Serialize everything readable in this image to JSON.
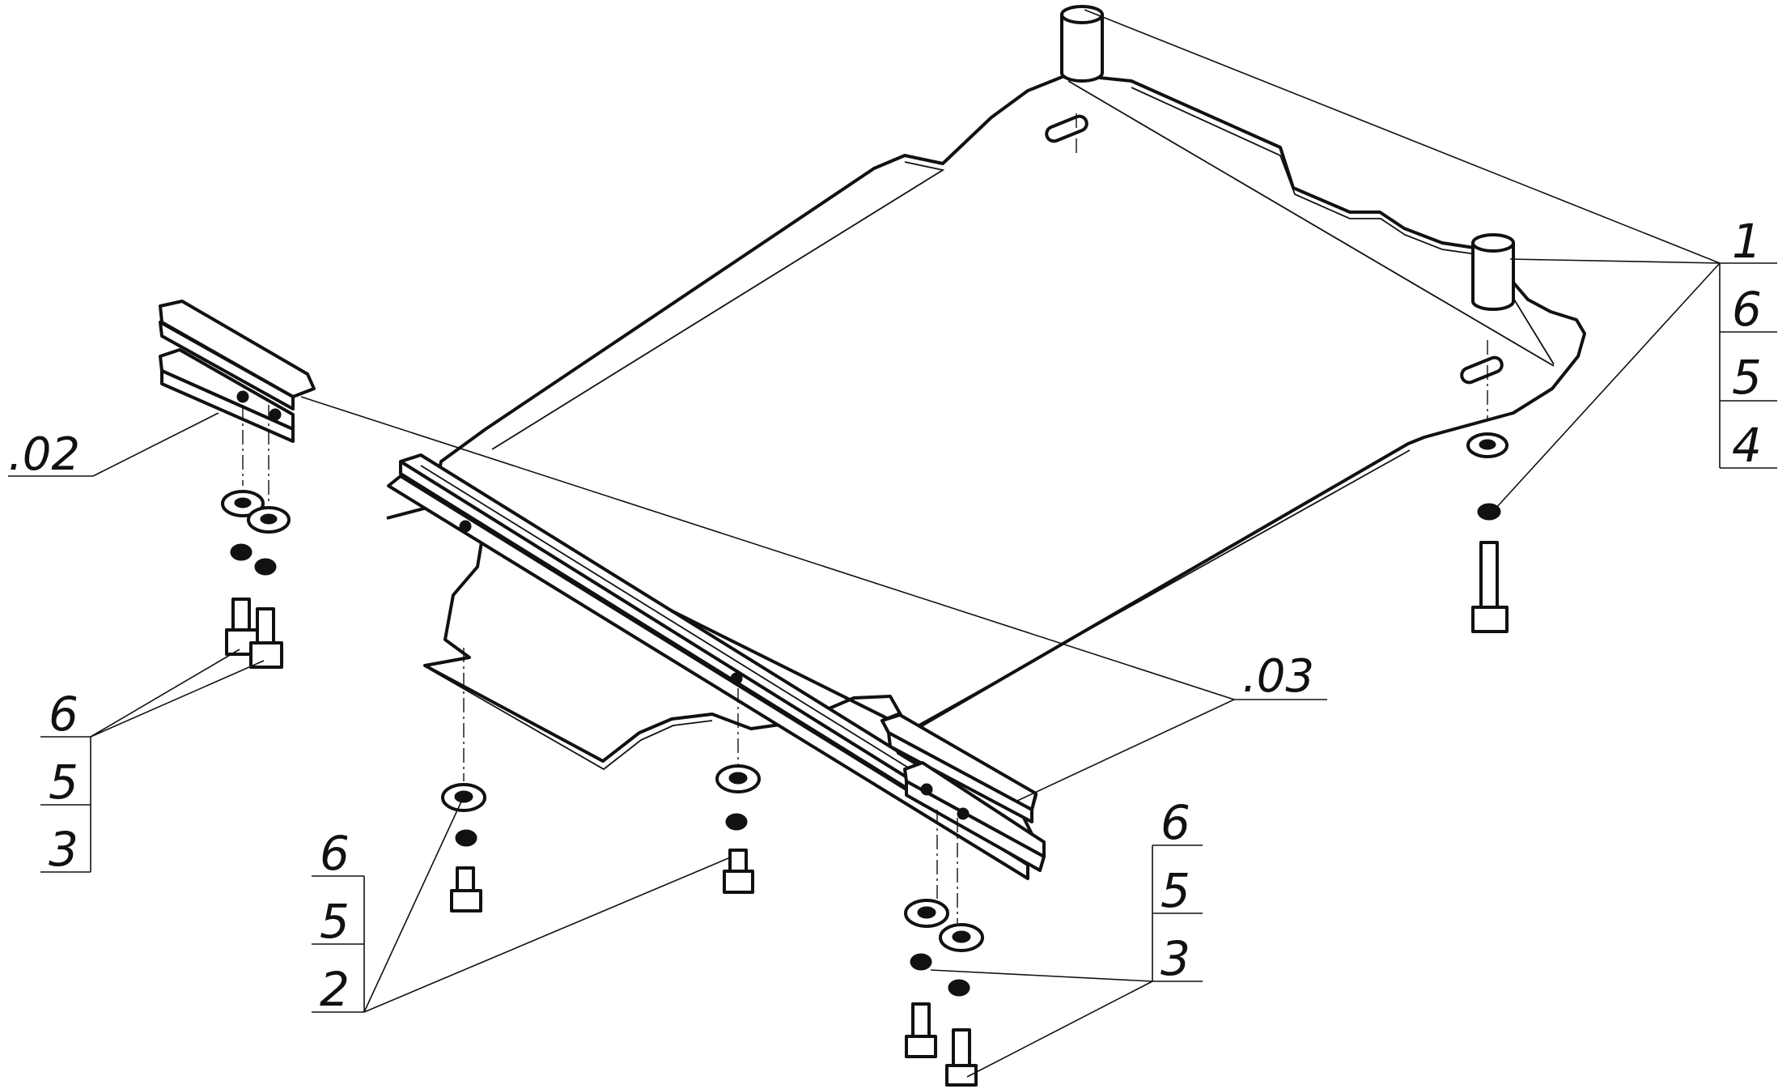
{
  "references": {
    "ref02": ".02",
    "ref03": ".03"
  },
  "callout_groups": {
    "top_right": [
      "1",
      "6",
      "5",
      "4"
    ],
    "left": [
      "6",
      "5",
      "3"
    ],
    "bottom_left": [
      "6",
      "5",
      "2"
    ],
    "bottom_right": [
      "6",
      "5",
      "3"
    ]
  }
}
